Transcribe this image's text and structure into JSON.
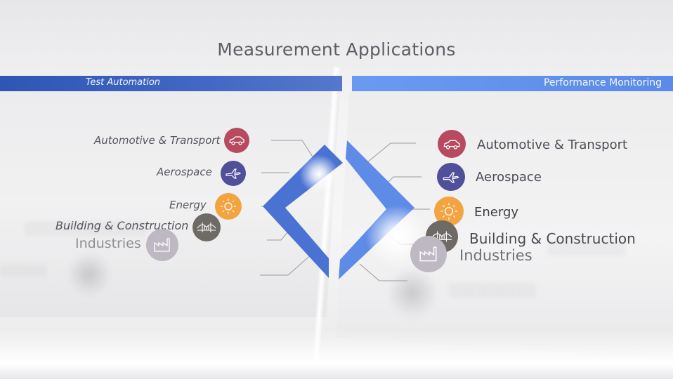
{
  "title": "Measurement Applications",
  "left_panel": {
    "header": "Test Automation",
    "items": [
      {
        "label": "Automotive & Transport",
        "icon": "car-icon",
        "color": "#b84a60"
      },
      {
        "label": "Aerospace",
        "icon": "airplane-icon",
        "color": "#4f4f9a"
      },
      {
        "label": "Energy",
        "icon": "sun-icon",
        "color": "#f3a340"
      },
      {
        "label": "Building & Construction",
        "icon": "bridge-icon",
        "color": "#6e6a66"
      },
      {
        "label": "Industries",
        "icon": "factory-icon",
        "color": "#bdb8c1"
      }
    ]
  },
  "right_panel": {
    "header": "Performance Monitoring",
    "items": [
      {
        "label": "Automotive & Transport",
        "icon": "car-icon",
        "color": "#b84a60"
      },
      {
        "label": "Aerospace",
        "icon": "airplane-icon",
        "color": "#4f4f9a"
      },
      {
        "label": "Energy",
        "icon": "sun-icon",
        "color": "#f3a340"
      },
      {
        "label": "Building & Construction",
        "icon": "bridge-icon",
        "color": "#6e6a66"
      },
      {
        "label": "Industries",
        "icon": "factory-icon",
        "color": "#bdb8c1"
      }
    ]
  },
  "colors": {
    "left_bar": "#2f56b3",
    "right_bar": "#6a9af0",
    "chevron": "#4a74d4"
  }
}
